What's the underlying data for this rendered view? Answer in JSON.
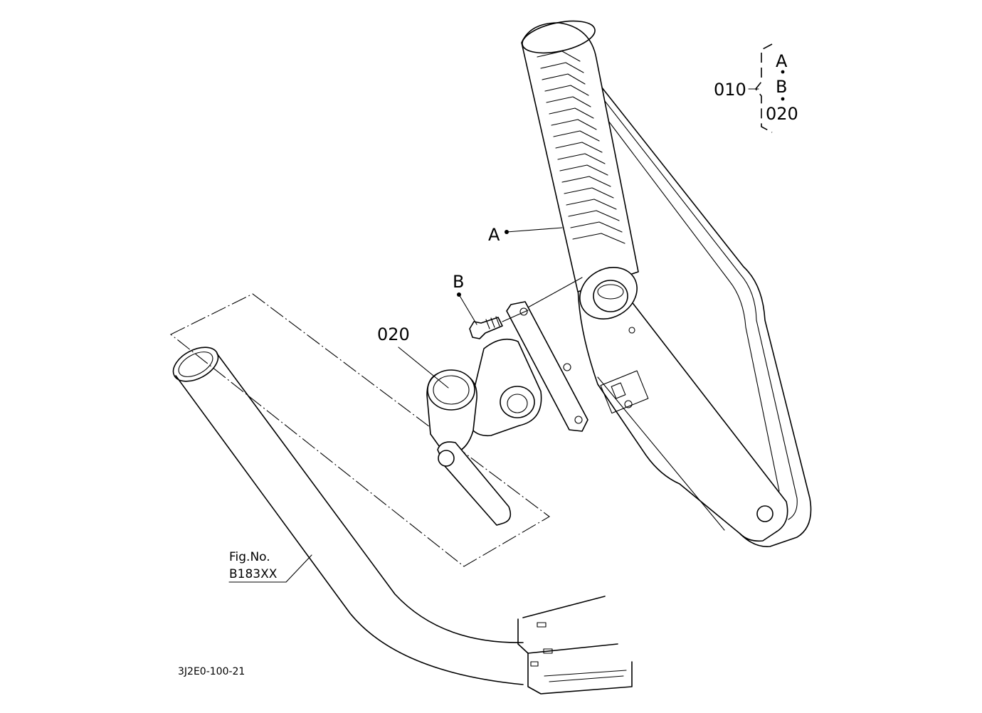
{
  "legend": {
    "assembly": "010",
    "items": [
      "A",
      "B",
      "020"
    ]
  },
  "callouts": {
    "a": "A",
    "b": "B",
    "bracket": "020"
  },
  "figure_ref": {
    "line1": "Fig.No.",
    "line2": "B183XX"
  },
  "drawing_id": "3J2E0-100-21"
}
